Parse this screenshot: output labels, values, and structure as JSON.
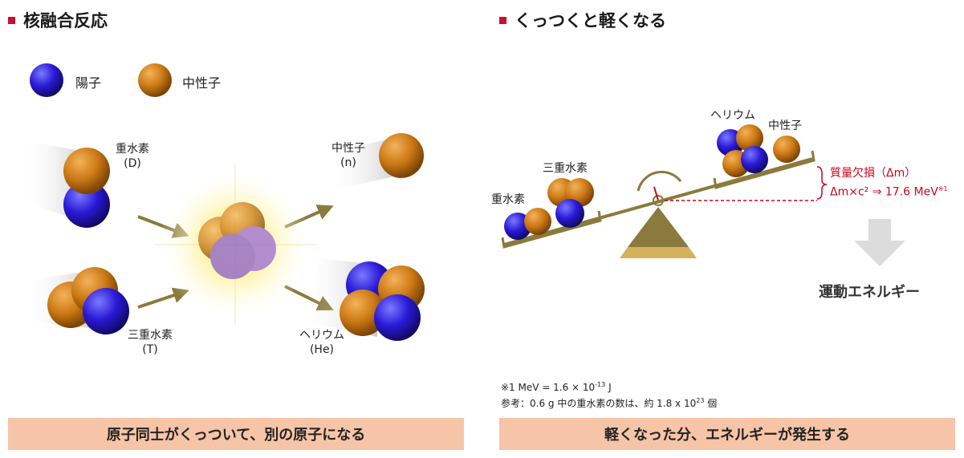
{
  "left": {
    "heading": "核融合反応",
    "legend": {
      "proton": "陽子",
      "neutron": "中性子"
    },
    "deuterium": {
      "name": "重水素",
      "symbol": "(D)"
    },
    "tritium": {
      "name": "三重水素",
      "symbol": "(T)"
    },
    "neutron_out": {
      "name": "中性子",
      "symbol": "(n)"
    },
    "helium_out": {
      "name": "ヘリウム",
      "symbol": "(He)"
    },
    "banner": "原子同士がくっついて、別の原子になる"
  },
  "right": {
    "heading": "くっつくと軽くなる",
    "deuterium": "重水素",
    "tritium": "三重水素",
    "helium": "ヘリウム",
    "neutron": "中性子",
    "mass_defect": "質量欠損（Δm）",
    "energy_eq": "Δm×c² ⇒ 17.6 MeV",
    "energy_eq_note": "※1",
    "kinetic": "運動エネルギー",
    "note1_prefix": "※1 MeV = 1.6 × 10",
    "note1_exp": "-13",
    "note1_unit": " J",
    "note2_prefix": "参考：0.6 g 中の重水素の数は、約 1.8 x 10",
    "note2_exp": "23",
    "note2_suffix": " 個",
    "banner": "軽くなった分、エネルギーが発生する"
  },
  "colors": {
    "proton": "#2a19d6",
    "neutron": "#cc7a14",
    "accent": "#c8102e",
    "arrow": "#8a7a3c",
    "banner": "#f6c4a6"
  }
}
